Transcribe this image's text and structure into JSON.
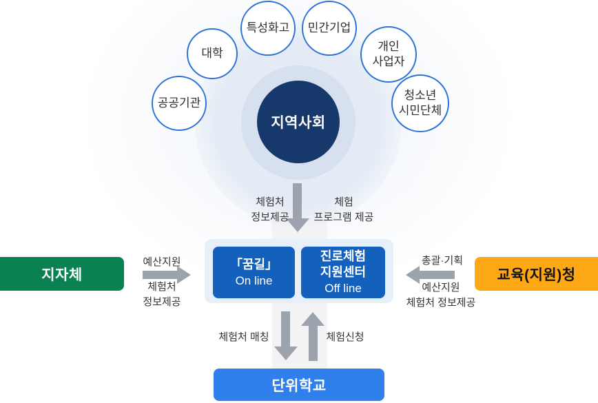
{
  "palette": {
    "hub_navy": "#17386B",
    "circle_border_blue": "#2D72D6",
    "panel_bg_blue": "#E7F0FA",
    "panel_box_blue": "#1460BD",
    "local_gov_green": "#0A8150",
    "edu_office_orange": "#FFA815",
    "school_blue": "#2F80ED",
    "arrow_gray": "#9CA3AC"
  },
  "community_hub": {
    "label": "지역사회"
  },
  "satellites": [
    {
      "label": "공공기관"
    },
    {
      "label": "대학"
    },
    {
      "label": "특성화고"
    },
    {
      "label": "민간기업"
    },
    {
      "label": "개인\n사업자"
    },
    {
      "label": "청소년\n시민단체"
    }
  ],
  "community_to_center": {
    "left_label": "체험처\n정보제공",
    "right_label": "체험\n프로그램 제공"
  },
  "center_panel": {
    "boxes": [
      {
        "title": "「꿈길」",
        "subtitle": "On line"
      },
      {
        "title": "진로체험\n지원센터",
        "subtitle": "Off line"
      }
    ]
  },
  "left_flow": {
    "org_label": "지자체",
    "arrow_top_label": "예산지원",
    "arrow_bottom_label": "체험처\n정보제공"
  },
  "right_flow": {
    "org_label": "교육(지원)청",
    "arrow_top_label": "총괄·기획",
    "arrow_bottom_label": "예산지원\n체험처 정보제공"
  },
  "school_flow": {
    "down_label": "체험처 매칭",
    "up_label": "체험신청",
    "school_label": "단위학교"
  }
}
